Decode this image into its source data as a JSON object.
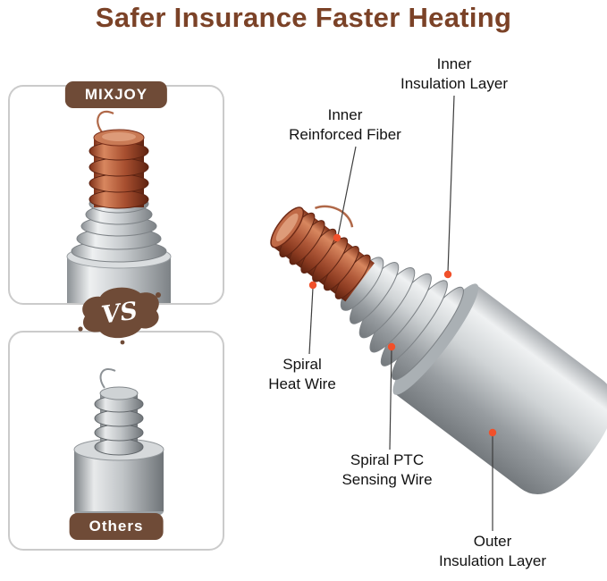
{
  "page": {
    "title": "Safer Insurance Faster Heating"
  },
  "comparison": {
    "brand_badge": "MIXJOY",
    "vs_label": "VS",
    "others_badge": "Others"
  },
  "callouts": [
    {
      "id": "inner-insulation-layer",
      "label": "Inner\nInsulation Layer"
    },
    {
      "id": "inner-reinforced-fiber",
      "label": "Inner\nReinforced Fiber"
    },
    {
      "id": "spiral-heat-wire",
      "label": "Spiral\nHeat Wire"
    },
    {
      "id": "spiral-ptc-sensing-wire",
      "label": "Spiral PTC\nSensing Wire"
    },
    {
      "id": "outer-insulation-layer",
      "label": "Outer\nInsulation Layer"
    }
  ],
  "colors": {
    "title_text": "#7b4227",
    "badge_background": "#6f4b37",
    "badge_text": "#ffffff",
    "panel_border": "#cbcbcb",
    "callout_line": "#3d3d3d",
    "callout_dot": "#f1502a",
    "copper": "#b15a3a",
    "steel": "#c6cacd"
  }
}
